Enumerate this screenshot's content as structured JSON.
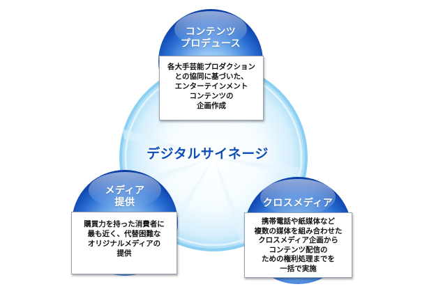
{
  "center": {
    "title": "デジタルサイネージ"
  },
  "nodes": [
    {
      "id": "content-produce",
      "title_lines": [
        "コンテンツ",
        "プロデュース"
      ],
      "desc_lines": [
        "各大手芸能プロダクション",
        "との協同に基づいた、",
        "エンターテインメント",
        "コンテンツの",
        "企画作成"
      ]
    },
    {
      "id": "media",
      "title_lines": [
        "メディア",
        "提供"
      ],
      "desc_lines": [
        "購買力を持った消費者に",
        "最も近く、代替困難な",
        "オリジナルメディアの",
        "提供"
      ]
    },
    {
      "id": "cross-media",
      "title_lines": [
        "クロスメディア"
      ],
      "desc_lines": [
        "携帯電話や紙媒体など",
        "複数の媒体を組み合わせた",
        "クロスメディア企画から",
        "コンテンツ配信の",
        "ための権利処理までを",
        "一括で実施"
      ]
    }
  ],
  "colors": {
    "bubble_dark": "#0a3fa8",
    "bubble_light": "#8fc3f2",
    "center_text": "#0b4fb6",
    "ring_glow": "#bfe6fb"
  }
}
